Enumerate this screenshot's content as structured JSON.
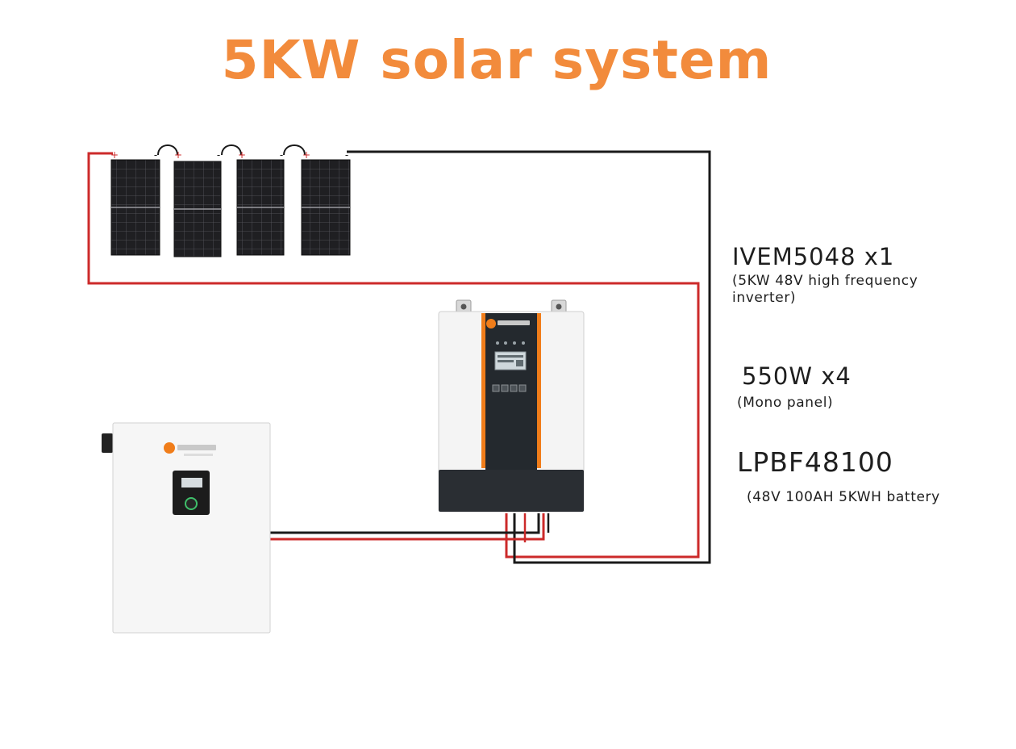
{
  "title": "5KW solar system",
  "colors": {
    "title": "#f28b3c",
    "wire_positive": "#cc2a2a",
    "wire_negative": "#1a1a1a",
    "brand_orange": "#f07d1a",
    "panel_cell": "#1f1f22",
    "device_body": "#f4f4f4"
  },
  "components": {
    "inverter": {
      "model": "IVEM5048 x1",
      "description": "(5KW 48V high frequency inverter)",
      "description_lines": [
        "(5KW 48V high frequency",
        "inverter)"
      ],
      "brand_logo": "felicitysolar-logo-icon"
    },
    "panel": {
      "model": "550W x4",
      "description": "(Mono panel)",
      "count": 4
    },
    "battery": {
      "model": "LPBF48100",
      "description": "(48V 100AH 5KWH battery",
      "brand_logo": "felicitysolar-logo-icon"
    }
  },
  "terminals": {
    "positive": "+",
    "negative": "-"
  }
}
